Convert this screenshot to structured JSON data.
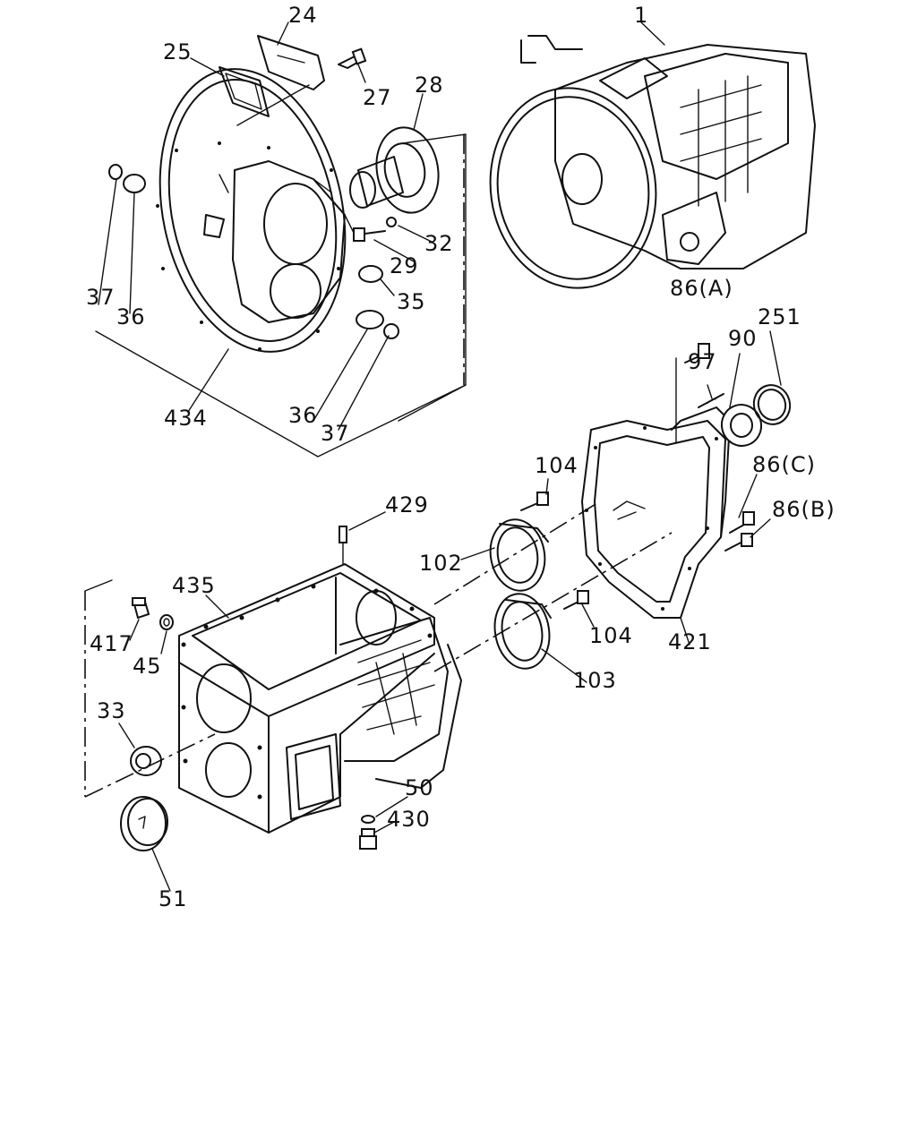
{
  "callouts": {
    "c1": "1",
    "c24": "24",
    "c25": "25",
    "c27": "27",
    "c28": "28",
    "c29": "29",
    "c32": "32",
    "c35": "35",
    "c36a": "36",
    "c36b": "36",
    "c37a": "37",
    "c37b": "37",
    "c434": "434",
    "c86a": "86(A)",
    "c86b": "86(B)",
    "c86c": "86(C)",
    "c90": "90",
    "c97": "97",
    "c251": "251",
    "c104a": "104",
    "c104b": "104",
    "c421": "421",
    "c429": "429",
    "c435": "435",
    "c102": "102",
    "c103": "103",
    "c417": "417",
    "c45": "45",
    "c33": "33",
    "c51": "51",
    "c50": "50",
    "c430": "430"
  }
}
